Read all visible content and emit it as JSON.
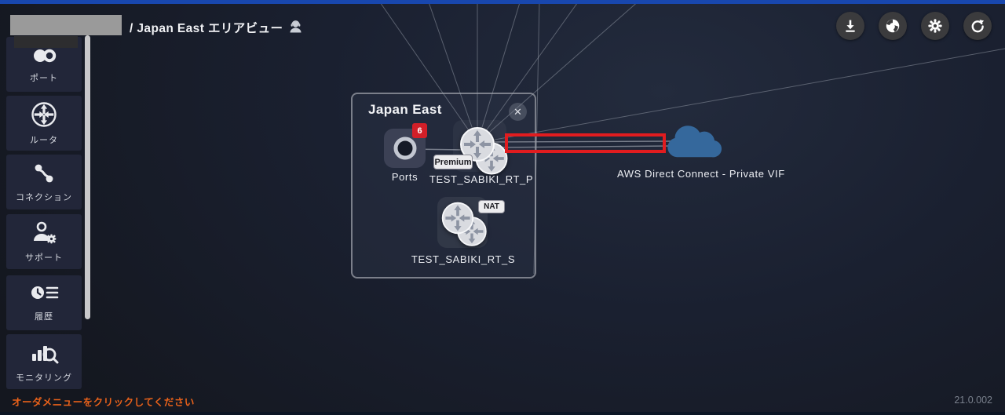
{
  "header": {
    "breadcrumb": "/ Japan East エリアビュー",
    "buttons": [
      {
        "name": "download",
        "icon": "download-icon"
      },
      {
        "name": "globe",
        "icon": "globe-icon"
      },
      {
        "name": "settings",
        "icon": "gear-icon"
      },
      {
        "name": "refresh",
        "icon": "refresh-icon"
      }
    ]
  },
  "sidebar": {
    "items": [
      {
        "label": "ポート",
        "icon": "ports-icon"
      },
      {
        "label": "ルータ",
        "icon": "router-icon"
      },
      {
        "label": "コネクション",
        "icon": "connection-icon"
      },
      {
        "label": "サポート",
        "icon": "support-icon"
      },
      {
        "label": "履歴",
        "icon": "history-icon"
      },
      {
        "label": "モニタリング",
        "icon": "monitoring-icon"
      }
    ]
  },
  "panel": {
    "title": "Japan East",
    "close_symbol": "✕",
    "ports_node": {
      "label": "Ports",
      "badge_count": "6"
    },
    "router_primary": {
      "label": "TEST_SABIKI_RT_P",
      "badge": "Premium"
    },
    "router_secondary": {
      "label": "TEST_SABIKI_RT_S",
      "badge": "NAT"
    }
  },
  "cloud": {
    "label": "AWS Direct Connect - Private VIF"
  },
  "footer": {
    "hint": "オーダメニューをクリックしてください",
    "version": "21.0.002"
  },
  "colors": {
    "topbar_blue": "#1847ae",
    "annotation_red": "#e11c1f",
    "badge_red": "#d21f28",
    "cloud_blue": "#35689c",
    "hint_orange": "#e8611a"
  }
}
